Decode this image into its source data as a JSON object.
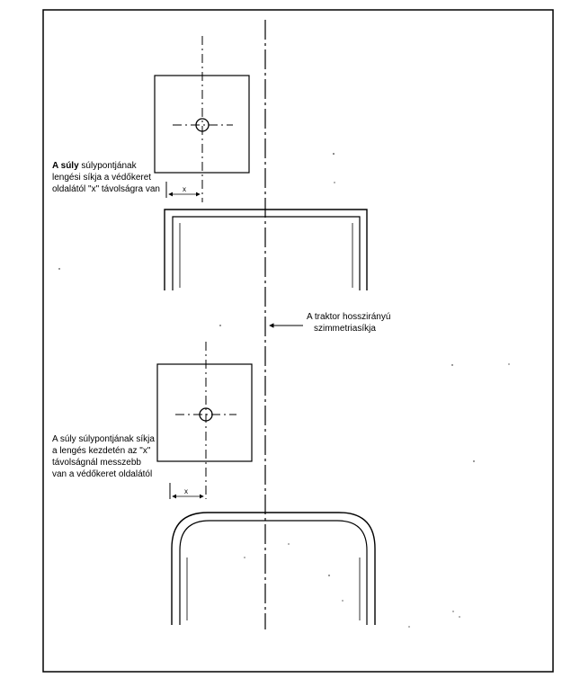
{
  "top_label": {
    "line1_bold": "A súly",
    "line1_rest": " súlypontjának",
    "line2": "lengési síkja a védőkeret",
    "line3": "oldalától \"x\" távolságra van"
  },
  "bottom_label": {
    "line1": "A súly súlypontjának síkja",
    "line2": "a lengés kezdetén az \"x\"",
    "line3": "távolságnál messzebb",
    "line4": "van a védőkeret oldalától"
  },
  "axis_label": {
    "line1": "A traktor hosszirányú",
    "line2": "szimmetriasíkja"
  },
  "dim_top": "x",
  "dim_bottom": "x"
}
